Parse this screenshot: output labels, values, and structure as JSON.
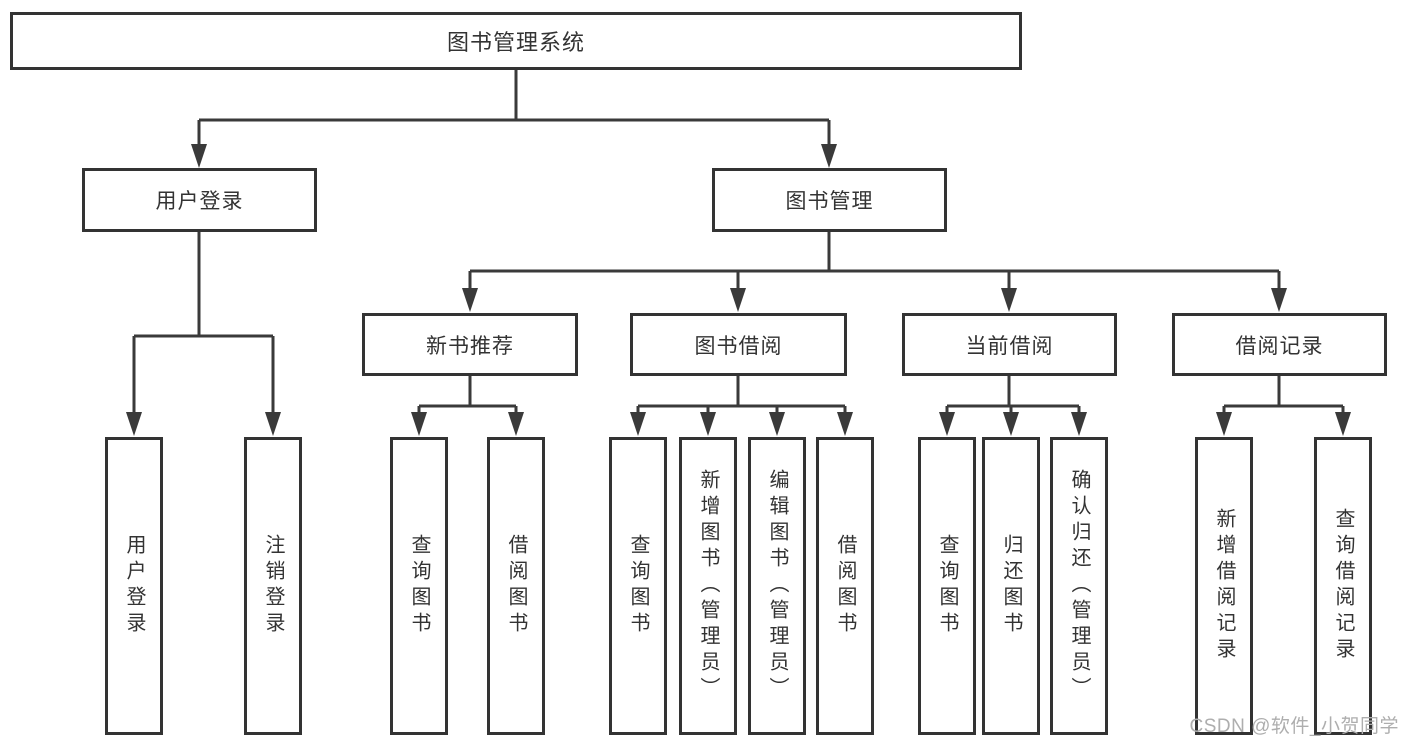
{
  "tree": {
    "root": {
      "label": "图书管理系统"
    },
    "branches": [
      {
        "label": "用户登录",
        "children": [
          "用户登录",
          "注销登录"
        ]
      },
      {
        "label": "图书管理",
        "children": [
          {
            "label": "新书推荐",
            "children": [
              "查询图书",
              "借阅图书"
            ]
          },
          {
            "label": "图书借阅",
            "children": [
              "查询图书",
              "新增图书（管理员）",
              "编辑图书（管理员）",
              "借阅图书"
            ]
          },
          {
            "label": "当前借阅",
            "children": [
              "查询图书",
              "归还图书",
              "确认归还（管理员）"
            ]
          },
          {
            "label": "借阅记录",
            "children": [
              "新增借阅记录",
              "查询借阅记录"
            ]
          }
        ]
      }
    ]
  },
  "watermark": {
    "text": "CSDN @软件_小贺同学"
  },
  "colors": {
    "line": "#3a3a3a",
    "border": "#333333",
    "text": "#333333",
    "watermark": "#aeaeae",
    "background": "#ffffff"
  }
}
